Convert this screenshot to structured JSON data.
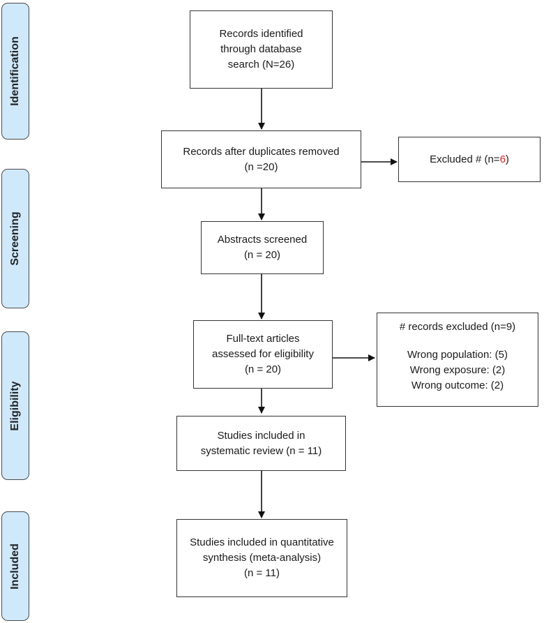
{
  "phases": {
    "identification": "Identification",
    "screening": "Screening",
    "eligibility": "Eligibility",
    "included": "Included"
  },
  "boxes": {
    "identified": [
      "Records identified",
      "through database",
      "search (N=26)"
    ],
    "duplicates_removed": [
      "Records after duplicates removed",
      "(n =20)"
    ],
    "abstracts_screened": [
      "Abstracts screened",
      "(n = 20)"
    ],
    "fulltext_assessed": [
      "Full-text articles",
      "assessed for eligibility",
      "(n = 20)"
    ],
    "systematic_review": [
      "Studies included in",
      "systematic review (n = 11)"
    ],
    "meta_analysis": [
      "Studies included in quantitative",
      "synthesis (meta-analysis)",
      "(n = 11)"
    ]
  },
  "excluded_duplicates": {
    "prefix": "Excluded # (n=",
    "count": "6",
    "suffix": ")",
    "count_color": "#e02020"
  },
  "excluded_fulltext": {
    "header": "# records excluded (n=9)",
    "reasons": [
      "Wrong population: (5)",
      "Wrong exposure: (2)",
      "Wrong outcome: (2)"
    ]
  },
  "colors": {
    "phase_fill": "#cfe9fb",
    "border": "#333333"
  }
}
